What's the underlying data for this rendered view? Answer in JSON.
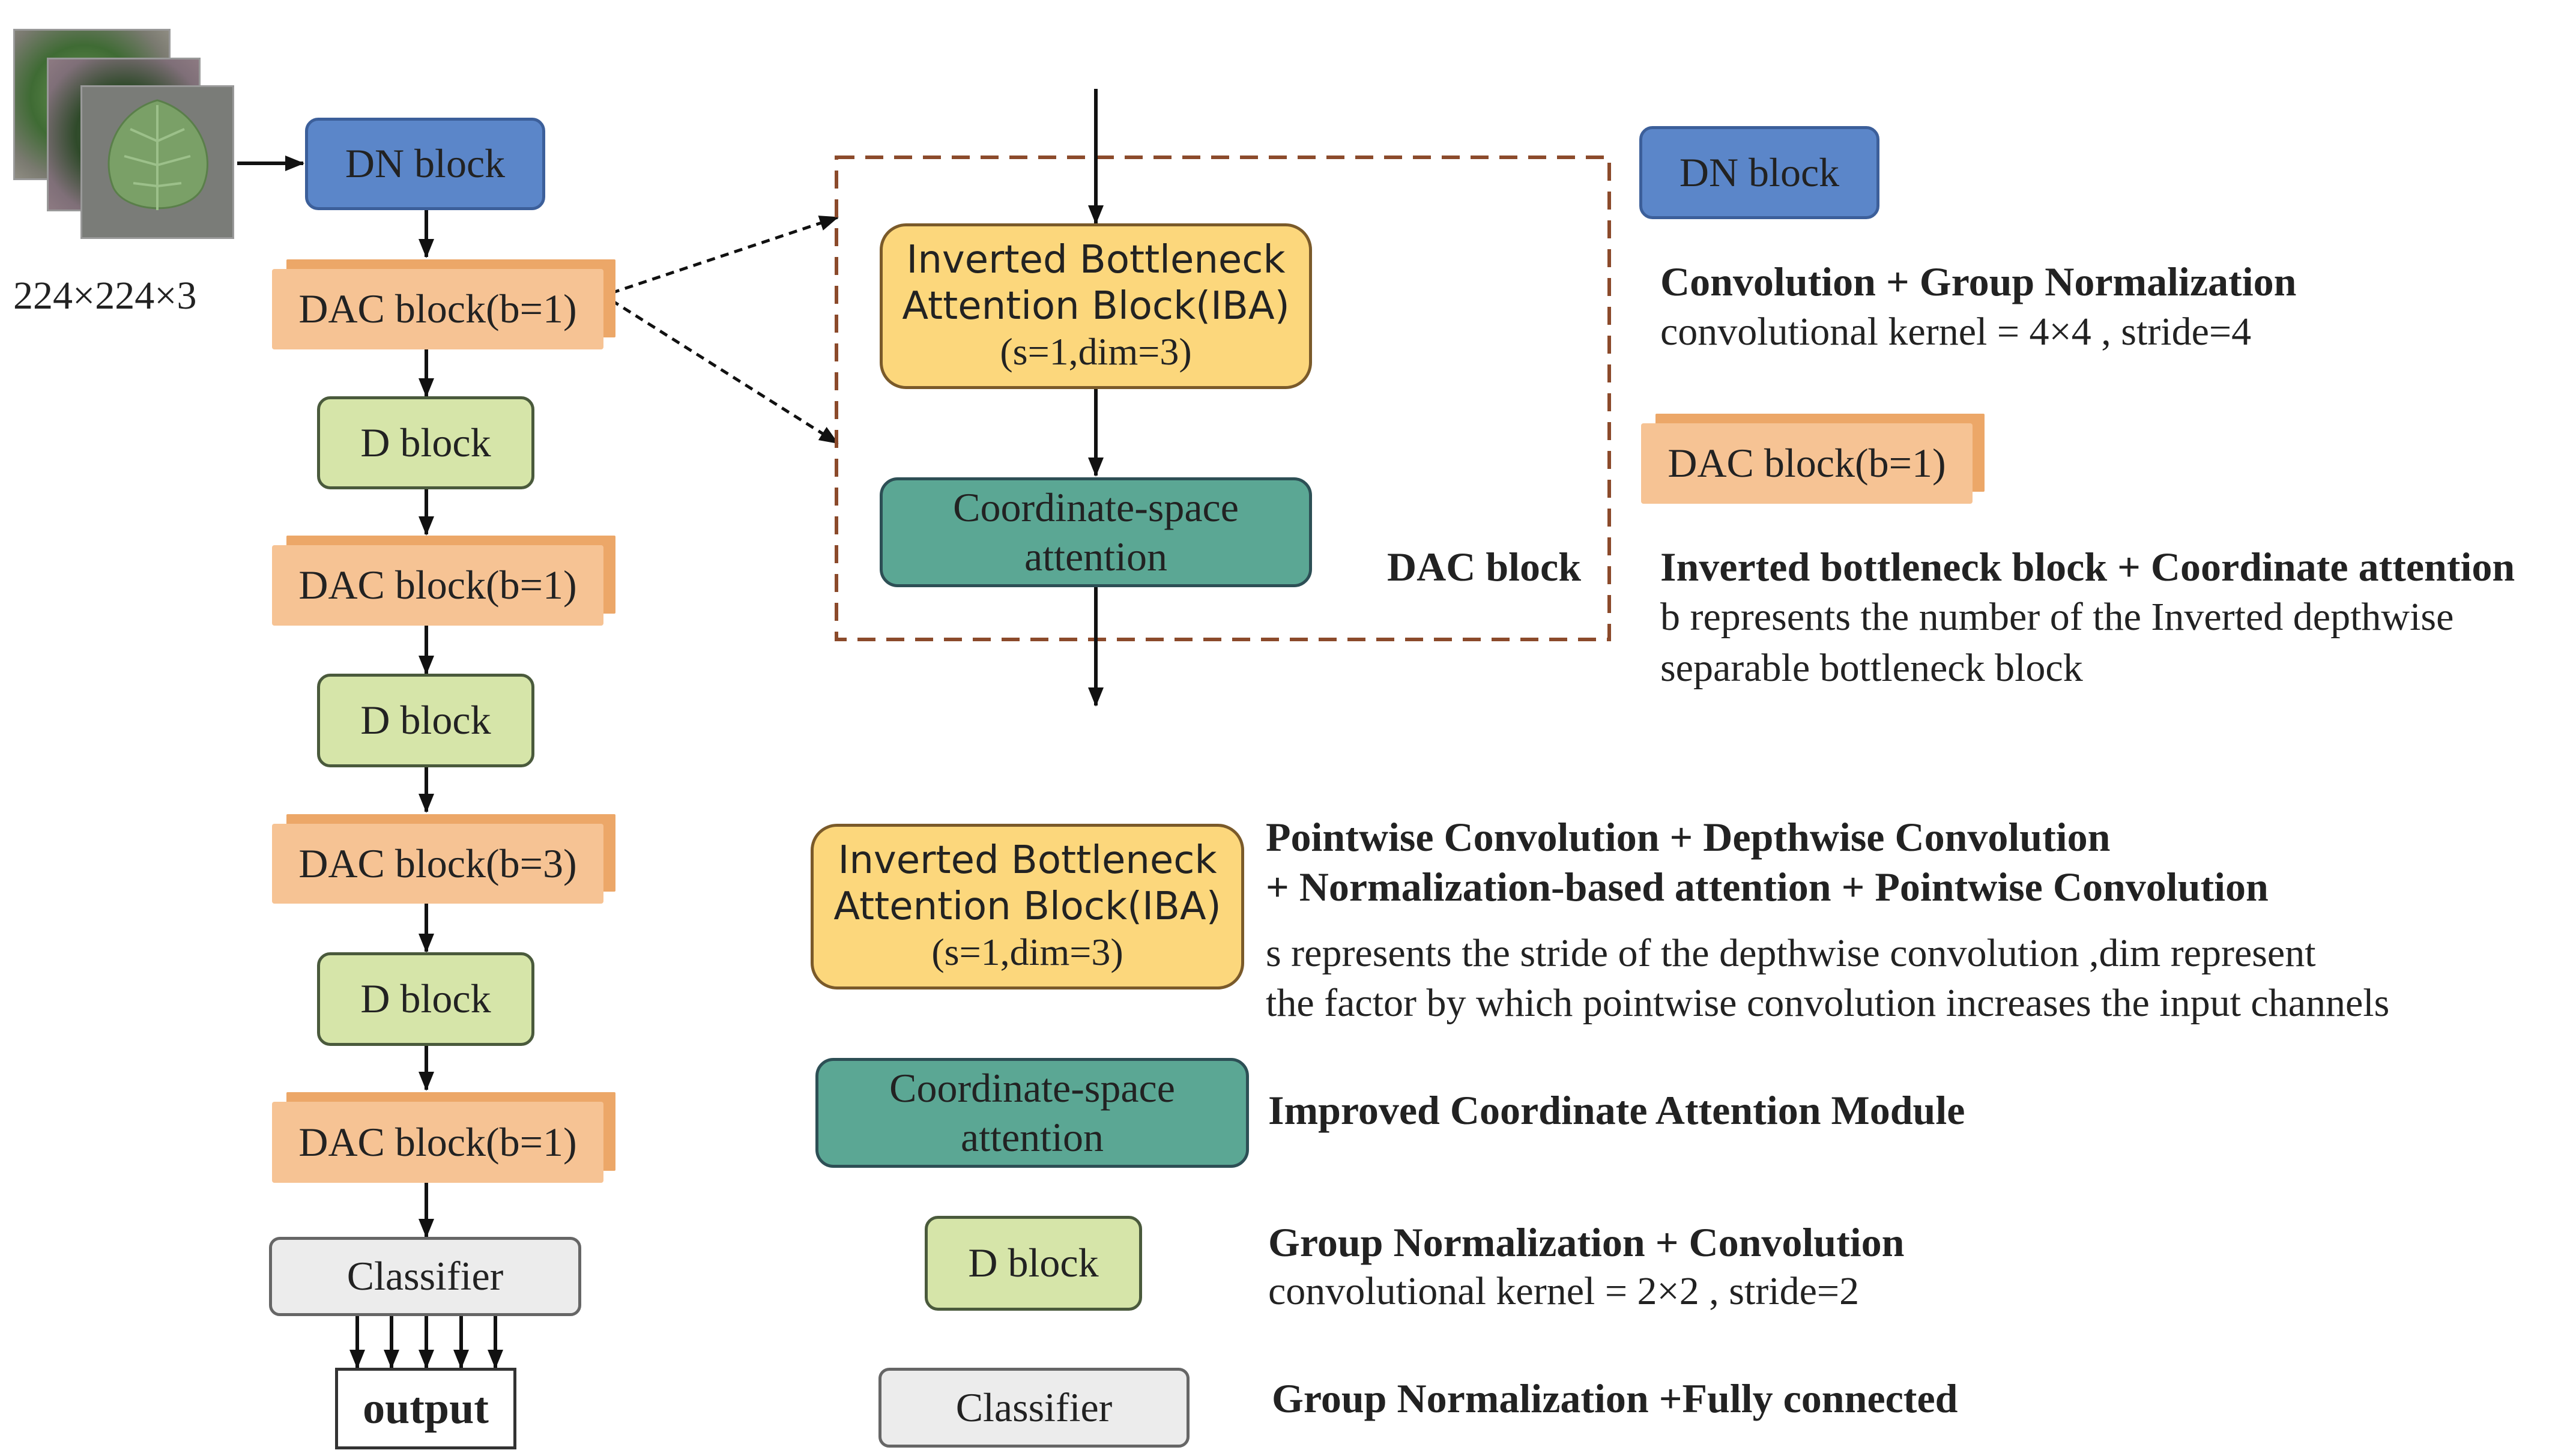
{
  "input": {
    "size_label": "224×224×3"
  },
  "pipeline": {
    "dn": "DN block",
    "dac1": "DAC block(b=1)",
    "d1": "D block",
    "dac2": "DAC block(b=1)",
    "d2": "D block",
    "dac3": "DAC block(b=3)",
    "d3": "D block",
    "dac4": "DAC block(b=1)",
    "classifier": "Classifier",
    "output": "output"
  },
  "dac_detail": {
    "iba_line1": "Inverted Bottleneck",
    "iba_line2": "Attention Block(IBA)",
    "iba_line3": "(s=1,dim=3)",
    "cs_line1": "Coordinate-space",
    "cs_line2": "attention",
    "label": "DAC block"
  },
  "legend": {
    "dn_box": "DN block",
    "dn_title": "Convolution + Group Normalization",
    "dn_desc": "convolutional kernel = 4×4  , stride=4",
    "dac_box": "DAC block(b=1)",
    "dac_title": "Inverted bottleneck block + Coordinate attention",
    "dac_desc1": "b represents the number of the Inverted depthwise",
    "dac_desc2": "separable bottleneck block",
    "iba_line1": "Inverted Bottleneck",
    "iba_line2": "Attention Block(IBA)",
    "iba_line3": "(s=1,dim=3)",
    "iba_title1": "Pointwise Convolution + Depthwise Convolution",
    "iba_title2": "+ Normalization-based attention  + Pointwise Convolution",
    "iba_desc1": "s represents the stride of the depthwise convolution ,dim represent",
    "iba_desc2": "the factor by which pointwise convolution increases the input channels",
    "cs_line1": "Coordinate-space",
    "cs_line2": "attention",
    "cs_title": "Improved Coordinate Attention Module",
    "d_box": "D block",
    "d_title": "Group Normalization + Convolution",
    "d_desc": "convolutional kernel = 2×2  , stride=2",
    "cls_box": "Classifier",
    "cls_title": "Group Normalization +Fully connected"
  },
  "colors": {
    "dn": "#5b86c9",
    "dac": "#f6c394",
    "d": "#d6e5a9",
    "classifier": "#ececec",
    "iba": "#fcd77c",
    "cs": "#5ba794",
    "dashed_frame": "#8b4a2b"
  }
}
